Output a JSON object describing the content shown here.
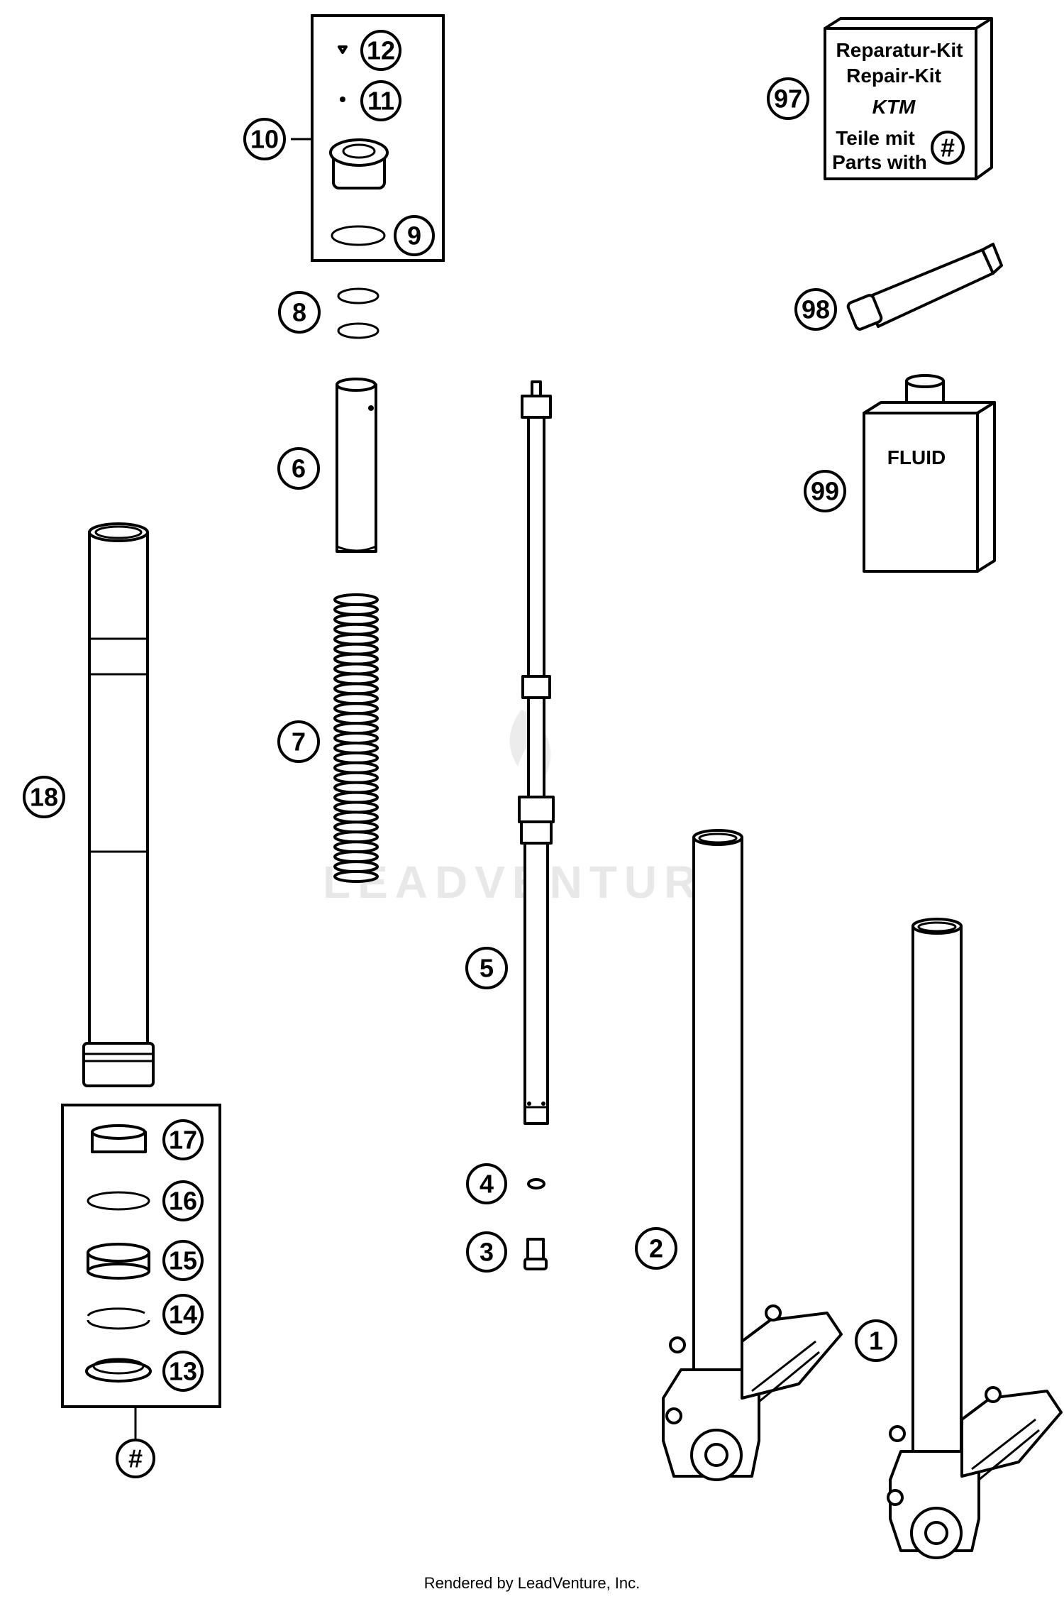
{
  "callouts": {
    "c1": "1",
    "c2": "2",
    "c3": "3",
    "c4": "4",
    "c5": "5",
    "c6": "6",
    "c7": "7",
    "c8": "8",
    "c9": "9",
    "c10": "10",
    "c11": "11",
    "c12": "12",
    "c13": "13",
    "c14": "14",
    "c15": "15",
    "c16": "16",
    "c17": "17",
    "c18": "18",
    "c97": "97",
    "c98": "98",
    "c99": "99",
    "hash_bottom": "#"
  },
  "kit": {
    "line1": "Reparatur-Kit",
    "line2": "Repair-Kit",
    "brand": "KTM",
    "line3": "Teile mit",
    "line4": "Parts with",
    "hash": "#"
  },
  "fluid": {
    "label": "FLUID"
  },
  "watermark": "LEADVENTURE",
  "footer": "Rendered by LeadVenture, Inc."
}
